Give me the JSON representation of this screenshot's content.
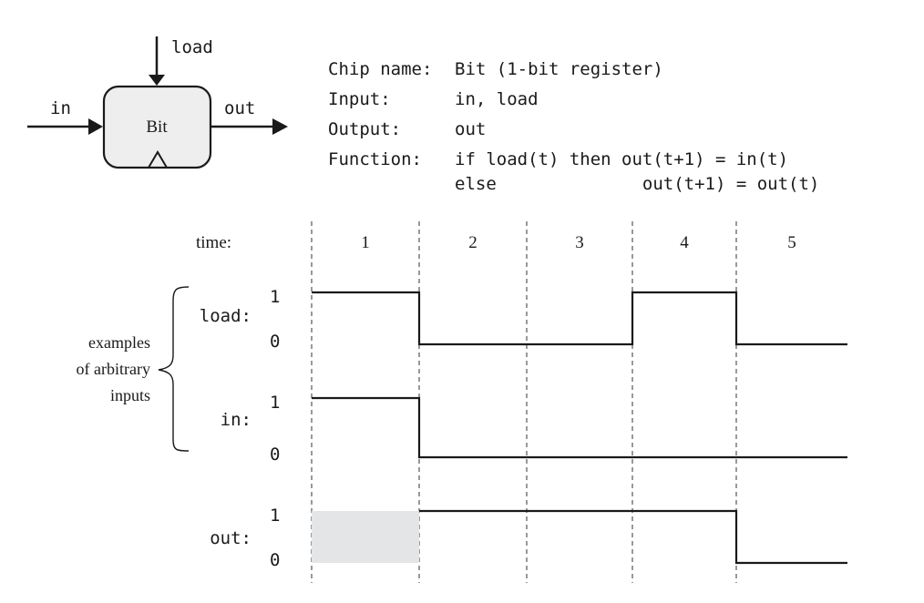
{
  "chip_symbol": {
    "name": "Bit",
    "input_label": "in",
    "load_label": "load",
    "output_label": "out"
  },
  "spec": {
    "rows": [
      {
        "key": "Chip name:",
        "value": "Bit (1-bit register)"
      },
      {
        "key": "Input:",
        "value": "in, load"
      },
      {
        "key": "Output:",
        "value": "out"
      },
      {
        "key": "Function:",
        "value": "if load(t) then out(t+1) = in(t)"
      }
    ],
    "else_line": "else              out(t+1) = out(t)"
  },
  "timing": {
    "time_label": "time:",
    "time_steps": [
      "1",
      "2",
      "3",
      "4",
      "5"
    ],
    "bracket_label": [
      "examples",
      "of arbitrary",
      "inputs"
    ],
    "signals": [
      {
        "name": "load:",
        "high_label": "1",
        "low_label": "0",
        "values": [
          1,
          0,
          0,
          1,
          0
        ]
      },
      {
        "name": "in:",
        "high_label": "1",
        "low_label": "0",
        "values": [
          1,
          0,
          0,
          0,
          0
        ]
      },
      {
        "name": "out:",
        "high_label": "1",
        "low_label": "0",
        "values": [
          null,
          1,
          1,
          1,
          0
        ]
      }
    ],
    "undefined_fill": "#e4e5e7"
  }
}
